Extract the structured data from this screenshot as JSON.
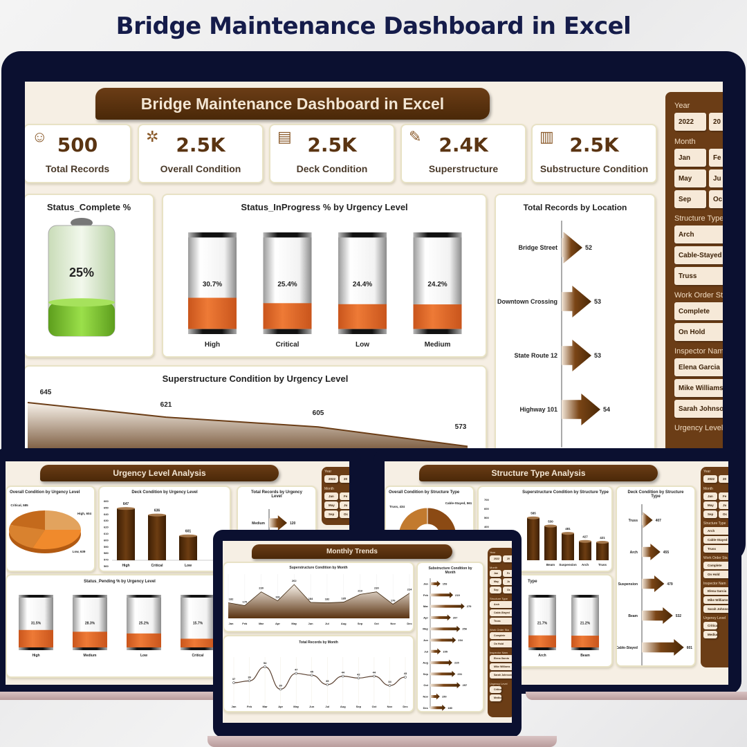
{
  "page_title": "Bridge Maintenance Dashboard in Excel",
  "main": {
    "title": "Bridge Maintenance Dashboard in Excel",
    "kpis": [
      {
        "value": "500",
        "label": "Total Records",
        "icon": "inspector-icon"
      },
      {
        "value": "2.5K",
        "label": "Overall Condition",
        "icon": "gear-network-icon"
      },
      {
        "value": "2.5K",
        "label": "Deck Condition",
        "icon": "clipboard-icon"
      },
      {
        "value": "2.4K",
        "label": "Superstructure",
        "icon": "document-check-icon"
      },
      {
        "value": "2.5K",
        "label": "Substructure Condition",
        "icon": "container-icon"
      }
    ],
    "status_complete": {
      "title": "Status_Complete %",
      "value": 25,
      "label": "25%"
    },
    "inprogress": {
      "title": "Status_InProgress  % by Urgency Level",
      "items": [
        {
          "label": "High",
          "value": 30.7,
          "text": "30.7%"
        },
        {
          "label": "Critical",
          "value": 25.4,
          "text": "25.4%"
        },
        {
          "label": "Low",
          "value": 24.4,
          "text": "24.4%"
        },
        {
          "label": "Medium",
          "value": 24.2,
          "text": "24.2%"
        }
      ]
    },
    "location": {
      "title": "Total Records by Location",
      "items": [
        {
          "label": "Bridge Street",
          "value": 52,
          "text": "52"
        },
        {
          "label": "Downtown Crossing",
          "value": 53,
          "text": "53"
        },
        {
          "label": "State Route 12",
          "value": 53,
          "text": "53"
        },
        {
          "label": "Highway 101",
          "value": 54,
          "text": "54"
        }
      ]
    },
    "superstructure_urgency": {
      "title": "Superstructure  Condition by Urgency Level",
      "values": [
        645,
        621,
        605,
        573
      ],
      "texts": [
        "645",
        "621",
        "605",
        "573"
      ]
    }
  },
  "slicer": {
    "year_label": "Year",
    "years": [
      "2022",
      "20"
    ],
    "month_label": "Month",
    "months": [
      "Jan",
      "Fe",
      "May",
      "Ju",
      "Sep",
      "Oc"
    ],
    "structure_label": "Structure Type",
    "structures": [
      "Arch",
      "Cable-Stayed",
      "Truss"
    ],
    "work_order_label": "Work Order Sta",
    "work_orders": [
      "Complete",
      "On Hold"
    ],
    "inspector_label": "Inspector Nam",
    "inspectors": [
      "Elena Garcia",
      "Mike Williams",
      "Sarah Johnson"
    ],
    "urgency_label": "Urgency Level",
    "urgencies": [
      "Critical",
      "Medium"
    ]
  },
  "urgency_analysis": {
    "title": "Urgency Level Analysis",
    "pie": {
      "title": "Overall Condition by Urgency Level",
      "slices": [
        {
          "label": "High, 604",
          "value": 604
        },
        {
          "label": "Low, 639",
          "value": 639
        },
        {
          "label": "Critical, 585",
          "value": 585
        }
      ]
    },
    "deck": {
      "title": "Deck Condition by Urgency Level",
      "axis": [
        "660",
        "650",
        "640",
        "630",
        "620",
        "610",
        "600",
        "590",
        "580",
        "570",
        "560"
      ],
      "items": [
        {
          "label": "High",
          "value": 647,
          "text": "647"
        },
        {
          "label": "Critical",
          "value": 636,
          "text": "636"
        },
        {
          "label": "Low",
          "value": 601,
          "text": "601"
        }
      ]
    },
    "records": {
      "title": "Total Records by Urgency Level",
      "items": [
        {
          "label": "Medium",
          "value": 120,
          "text": "120"
        }
      ]
    },
    "pending": {
      "title": "Status_Pending % by Urgency Level",
      "items": [
        {
          "label": "High",
          "value": 31.5,
          "text": "31.5%"
        },
        {
          "label": "Medium",
          "value": 28.3,
          "text": "28.3%"
        },
        {
          "label": "Low",
          "value": 25.2,
          "text": "25.2%"
        },
        {
          "label": "Critical",
          "value": 15.7,
          "text": "15.7%"
        }
      ]
    }
  },
  "structure_analysis": {
    "title": "Structure Type Analysis",
    "donut": {
      "title": "Overall Condition by Structure Type",
      "slices": [
        {
          "label": "Cable-Stayed, 561",
          "value": 561
        },
        {
          "label": "Truss, 434",
          "value": 434
        }
      ]
    },
    "superstructure": {
      "title": "Superstructure Condition by Structure Type",
      "axis": [
        "700",
        "600",
        "500",
        "400"
      ],
      "items": [
        {
          "label": "",
          "value": 585,
          "text": "585"
        },
        {
          "label": "Beam",
          "value": 530,
          "text": "530"
        },
        {
          "label": "Suspension",
          "value": 481,
          "text": "481"
        },
        {
          "label": "Arch",
          "value": 427,
          "text": "427"
        },
        {
          "label": "Truss",
          "value": 421,
          "text": "421"
        }
      ]
    },
    "deck": {
      "title": "Deck Condition by Structure Type",
      "items": [
        {
          "label": "Truss",
          "value": 407,
          "text": "407"
        },
        {
          "label": "Arch",
          "value": 455,
          "text": "455"
        },
        {
          "label": "Suspension",
          "value": 479,
          "text": "479"
        },
        {
          "label": "Beam",
          "value": 532,
          "text": "532"
        },
        {
          "label": "Cable-Stayed",
          "value": 601,
          "text": "601"
        }
      ]
    },
    "pending": {
      "title": "Type",
      "items": [
        {
          "label": "Arch",
          "value": 21.7,
          "text": "21.7%"
        },
        {
          "label": "Beam",
          "value": 21.2,
          "text": "21.2%"
        }
      ]
    }
  },
  "monthly_trends": {
    "title": "Monthly Trends",
    "months": [
      "Jan",
      "Feb",
      "Mar",
      "Apr",
      "May",
      "Jun",
      "Jul",
      "Aug",
      "Sep",
      "Oct",
      "Nov",
      "Dec"
    ],
    "superstructure": {
      "title": "Superstructure Condition by Month",
      "values": [
        182,
        170,
        230,
        191,
        262,
        184,
        182,
        185,
        219,
        230,
        176,
        224
      ],
      "texts": [
        "182",
        "170",
        "230",
        "191",
        "262",
        "184",
        "182",
        "185",
        "219",
        "230",
        "176",
        "224"
      ]
    },
    "records": {
      "title": "Total Records by Month",
      "values": [
        37,
        39,
        54,
        30,
        47,
        45,
        35,
        44,
        42,
        44,
        34,
        43
      ],
      "texts": [
        "37",
        "39",
        "54",
        "30",
        "47",
        "45",
        "35",
        "44",
        "42",
        "44",
        "34",
        "43"
      ]
    },
    "substructure": {
      "title": "Substructure Condition by Month",
      "values": [
        153,
        219,
        279,
        207,
        256,
        234,
        155,
        215,
        231,
        257,
        150,
        180
      ],
      "texts": [
        "153",
        "219",
        "279",
        "207",
        "256",
        "234",
        "155",
        "215",
        "231",
        "257",
        "150",
        "180"
      ]
    }
  },
  "colors": {
    "brand_brown": "#5a3311",
    "accent_orange": "#e8702e",
    "frame_navy": "#0b1030",
    "title_navy": "#151c4a",
    "battery_green": "#7cc233"
  }
}
